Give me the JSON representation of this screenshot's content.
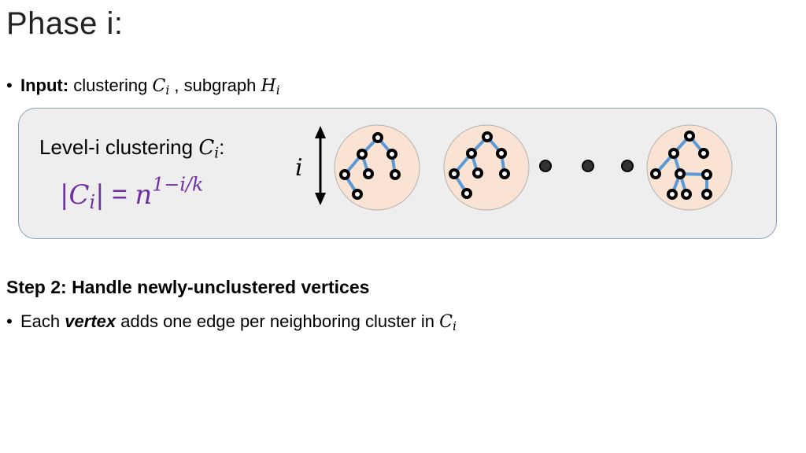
{
  "title": "Phase i:",
  "input_bullet": {
    "label": "Input:",
    "text_before": "clustering",
    "cluster_symbol": "C",
    "cluster_subscript": "i",
    "separator": ", subgraph",
    "graph_symbol": "H",
    "graph_subscript": "i"
  },
  "panel": {
    "label_text": "Level-i clustering",
    "label_symbol": "C",
    "label_subscript": "i",
    "label_colon": ":",
    "formula": {
      "lhs_bar_open": "|",
      "lhs_symbol": "C",
      "lhs_subscript": "i",
      "lhs_bar_close": "|",
      "equals": "=",
      "base": "n",
      "exponent": "1−i/k",
      "color": "#7030a0"
    },
    "arrow_label": "i",
    "colors": {
      "cluster_fill": "#fbe3d4",
      "cluster_stroke": "#b0b0b0",
      "edge": "#5b9bd5",
      "vertex": "#000000"
    }
  },
  "step2": {
    "heading": "Step 2: Handle newly-unclustered vertices",
    "bullet_before": "Each",
    "bullet_emph": "vertex",
    "bullet_after": "adds one edge per neighboring cluster in",
    "bullet_symbol": "C",
    "bullet_subscript": "i"
  }
}
